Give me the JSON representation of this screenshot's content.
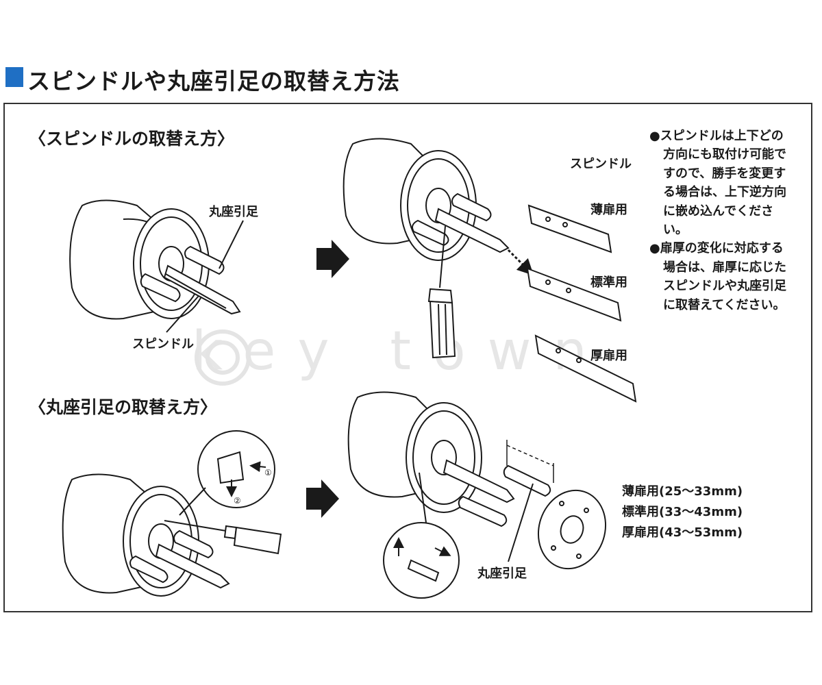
{
  "page": {
    "title": "スピンドルや丸座引足の取替え方法"
  },
  "section_spindle": {
    "title": "〈スピンドルの取替え方〉",
    "label_round_seat_leg": "丸座引足",
    "label_spindle": "スピンドル",
    "parts_header": "スピンドル",
    "thin_door": "薄扉用",
    "standard_door": "標準用",
    "thick_door": "厚扉用"
  },
  "notes": [
    "●スピンドルは上下どの方向にも取付け可能ですので、勝手を変更する場合は、上下逆方向に嵌め込んでください。",
    "●扉厚の変化に対応する場合は、扉厚に応じたスピンドルや丸座引足に取替えてください。"
  ],
  "section_round_seat": {
    "title": "〈丸座引足の取替え方〉",
    "label_round_seat_leg": "丸座引足",
    "step1": "①",
    "step2": "②",
    "sizes": [
      "薄扉用(25〜33mm)",
      "標準用(33〜43mm)",
      "厚扉用(43〜53mm)"
    ]
  },
  "watermark": {
    "text": "key town"
  },
  "colors": {
    "accent": "#1f6fc4",
    "line": "#1a1a1a"
  },
  "icons": [
    "arrow-right-icon",
    "screwdriver-icon",
    "door-knob-icon",
    "spindle-icon",
    "round-seat-plate-icon"
  ]
}
